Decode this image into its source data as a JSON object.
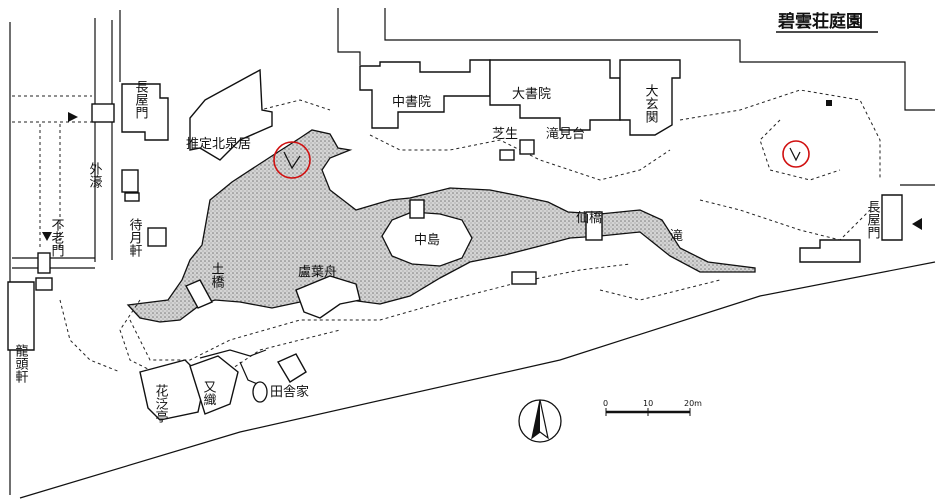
{
  "title": "碧雲荘庭園",
  "labels": {
    "gaibori": "外濠",
    "furomon": "不老門",
    "nagayamon_w": "長屋門",
    "suitei_hokusenkyo": "推定北泉居",
    "machizukiken": "待月軒",
    "dobashi": "土橋",
    "rotekishu": "盧葉舟",
    "nakajima": "中島",
    "chushoin": "中書院",
    "daishoin": "大書院",
    "daigenkan": "大玄関",
    "shiba": "芝生",
    "takimidai": "滝見台",
    "senkyo": "仙橋",
    "taki": "滝",
    "nagayamon_e": "長屋門",
    "ryutoken": "龍頭軒",
    "kasentei": "花泛亭",
    "mataori": "又織",
    "inakaya": "田舎家"
  },
  "scale": {
    "ticks": [
      "0",
      "10",
      "20m"
    ]
  },
  "icons": {
    "north_arrow": "north-arrow-icon",
    "entry_arrow": "triangle-arrow-icon"
  },
  "colors": {
    "marker": "#d01010",
    "ink": "#111111"
  }
}
